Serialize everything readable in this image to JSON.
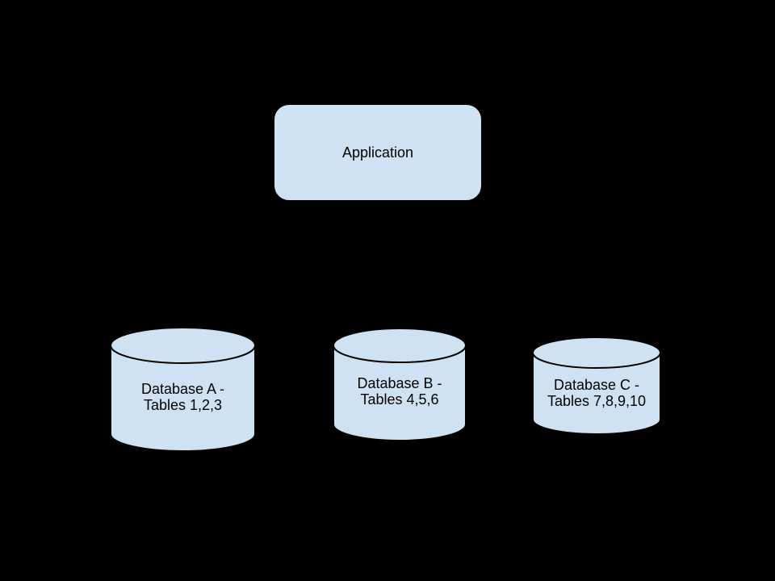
{
  "diagram": {
    "background_color": "#000000",
    "node_fill_color": "#cfe2f3",
    "node_stroke_color": "#000000",
    "text_color": "#000000",
    "application_node": {
      "label": "Application"
    },
    "database_nodes": [
      {
        "id": "database-a",
        "label_line1": "Database A -",
        "label_line2": "Tables 1,2,3"
      },
      {
        "id": "database-b",
        "label_line1": "Database B -",
        "label_line2": "Tables 4,5,6"
      },
      {
        "id": "database-c",
        "label_line1": "Database C -",
        "label_line2": "Tables 7,8,9,10"
      }
    ]
  }
}
